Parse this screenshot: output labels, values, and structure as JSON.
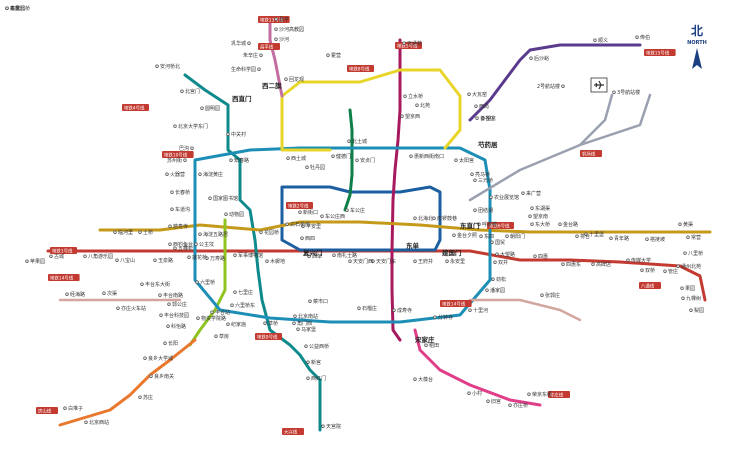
{
  "colors": {
    "line1": "#c23a30",
    "line2": "#1b5fa0",
    "line4": "#0f8a8c",
    "line5": "#a7195e",
    "line6": "#c59a1a",
    "line8": "#0f7f4a",
    "line9": "#8fc31f",
    "line10": "#1d8fb6",
    "line13": "#e8d52a",
    "line14": "#d4a6a0",
    "line15": "#5a3a8c",
    "yizhuang": "#e13e8a",
    "daxing": "#1aa3c2",
    "fangshan": "#e8782e",
    "changping": "#c36ea0",
    "airport": "#9aa0b0",
    "batong": "#c23a30",
    "tag": "#c23a30"
  },
  "north": {
    "char": "北",
    "label": "NORTH"
  },
  "airport_icon": "airplane-icon",
  "tags": [
    {
      "text": "地铁13号线"
    },
    {
      "text": "地铁4号线"
    },
    {
      "text": "地铁5号线"
    },
    {
      "text": "地铁15号线"
    },
    {
      "text": "地铁8号线"
    },
    {
      "text": "地铁10号线"
    },
    {
      "text": "地铁1号线"
    },
    {
      "text": "地铁2号线"
    },
    {
      "text": "地铁9号线"
    },
    {
      "text": "地铁6号线"
    },
    {
      "text": "地铁14号线"
    },
    {
      "text": "亦庄线"
    },
    {
      "text": "房山线"
    },
    {
      "text": "大兴线"
    },
    {
      "text": "八通线"
    },
    {
      "text": "机场线"
    },
    {
      "text": "昌平线"
    },
    {
      "text": "地铁14号线"
    }
  ],
  "hubs": [
    {
      "text": "西直门"
    },
    {
      "text": "东直门"
    },
    {
      "text": "建国门"
    },
    {
      "text": "复兴门"
    },
    {
      "text": "宋家庄"
    },
    {
      "text": "西二旗"
    },
    {
      "text": "芍药居"
    },
    {
      "text": "东单"
    }
  ],
  "stations": [
    {
      "text": "昌平"
    },
    {
      "text": "沙河高教园"
    },
    {
      "text": "沙河"
    },
    {
      "text": "巩华城"
    },
    {
      "text": "朱辛庄"
    },
    {
      "text": "生命科学园"
    },
    {
      "text": "回龙观"
    },
    {
      "text": "霍营"
    },
    {
      "text": "立水桥"
    },
    {
      "text": "北苑"
    },
    {
      "text": "望京西"
    },
    {
      "text": "天通苑"
    },
    {
      "text": "俸伯"
    },
    {
      "text": "顺义"
    },
    {
      "text": "后沙峪"
    },
    {
      "text": "望京"
    },
    {
      "text": "三元桥"
    },
    {
      "text": "2号航站楼"
    },
    {
      "text": "3号航站楼"
    },
    {
      "text": "安河桥北"
    },
    {
      "text": "北宫门"
    },
    {
      "text": "圆明园"
    },
    {
      "text": "北京大学东门"
    },
    {
      "text": "中关村"
    },
    {
      "text": "海淀黄庄"
    },
    {
      "text": "国家图书馆"
    },
    {
      "text": "动物园"
    },
    {
      "text": "新街口"
    },
    {
      "text": "平安里"
    },
    {
      "text": "西四"
    },
    {
      "text": "西单"
    },
    {
      "text": "菜市口"
    },
    {
      "text": "北京南站"
    },
    {
      "text": "马家堡"
    },
    {
      "text": "公益西桥"
    },
    {
      "text": "新宫"
    },
    {
      "text": "西红门"
    },
    {
      "text": "天宫院"
    },
    {
      "text": "巴沟"
    },
    {
      "text": "苏州街"
    },
    {
      "text": "知春路"
    },
    {
      "text": "西土城"
    },
    {
      "text": "牡丹园"
    },
    {
      "text": "健德门"
    },
    {
      "text": "北土城"
    },
    {
      "text": "安贞门"
    },
    {
      "text": "惠新西街南口"
    },
    {
      "text": "太阳宫"
    },
    {
      "text": "亮马桥"
    },
    {
      "text": "农业展览馆"
    },
    {
      "text": "团结湖"
    },
    {
      "text": "呼家楼"
    },
    {
      "text": "金台夕照"
    },
    {
      "text": "国贸"
    },
    {
      "text": "双井"
    },
    {
      "text": "劲松"
    },
    {
      "text": "潘家园"
    },
    {
      "text": "十里河"
    },
    {
      "text": "分钟寺"
    },
    {
      "text": "成寿寺"
    },
    {
      "text": "石榴庄"
    },
    {
      "text": "角门西"
    },
    {
      "text": "草桥"
    },
    {
      "text": "纪家庙"
    },
    {
      "text": "丰台站"
    },
    {
      "text": "六里桥"
    },
    {
      "text": "莲花桥"
    },
    {
      "text": "公主坟"
    },
    {
      "text": "西钓鱼台"
    },
    {
      "text": "慈寿寺"
    },
    {
      "text": "车道沟"
    },
    {
      "text": "长春桥"
    },
    {
      "text": "火器营"
    },
    {
      "text": "苹果园"
    },
    {
      "text": "古城"
    },
    {
      "text": "八角游乐园"
    },
    {
      "text": "八宝山"
    },
    {
      "text": "玉泉路"
    },
    {
      "text": "五棵松"
    },
    {
      "text": "万寿路"
    },
    {
      "text": "军事博物馆"
    },
    {
      "text": "木樨地"
    },
    {
      "text": "南礼士路"
    },
    {
      "text": "天安门西"
    },
    {
      "text": "天安门东"
    },
    {
      "text": "王府井"
    },
    {
      "text": "永安里"
    },
    {
      "text": "大望路"
    },
    {
      "text": "四惠"
    },
    {
      "text": "四惠东"
    },
    {
      "text": "高碑店"
    },
    {
      "text": "传媒大学"
    },
    {
      "text": "双桥"
    },
    {
      "text": "管庄"
    },
    {
      "text": "八里桥"
    },
    {
      "text": "通州北苑"
    },
    {
      "text": "果园"
    },
    {
      "text": "九棵树"
    },
    {
      "text": "梨园"
    },
    {
      "text": "临河里"
    },
    {
      "text": "土桥"
    },
    {
      "text": "海淀五路居"
    },
    {
      "text": "花园桥"
    },
    {
      "text": "白石桥南"
    },
    {
      "text": "车公庄西"
    },
    {
      "text": "车公庄"
    },
    {
      "text": "北海北"
    },
    {
      "text": "南锣鼓巷"
    },
    {
      "text": "东四"
    },
    {
      "text": "朝阳门"
    },
    {
      "text": "东大桥"
    },
    {
      "text": "金台路"
    },
    {
      "text": "十里堡"
    },
    {
      "text": "青年路"
    },
    {
      "text": "褡裢坡"
    },
    {
      "text": "黄渠"
    },
    {
      "text": "常营"
    },
    {
      "text": "草房"
    },
    {
      "text": "物资学院路"
    },
    {
      "text": "郭公庄"
    },
    {
      "text": "丰台科技园"
    },
    {
      "text": "科怡路"
    },
    {
      "text": "丰台南路"
    },
    {
      "text": "丰台东大街"
    },
    {
      "text": "七里庄"
    },
    {
      "text": "六里桥东"
    },
    {
      "text": "北京西站"
    },
    {
      "text": "白堆子"
    },
    {
      "text": "苏庄"
    },
    {
      "text": "良乡南关"
    },
    {
      "text": "良乡大学城"
    },
    {
      "text": "长阳"
    },
    {
      "text": "稻田"
    },
    {
      "text": "大葆台"
    },
    {
      "text": "小村"
    },
    {
      "text": "旧宫"
    },
    {
      "text": "亦庄桥"
    },
    {
      "text": "荣京东街"
    },
    {
      "text": "经海路"
    },
    {
      "text": "次渠"
    },
    {
      "text": "亦庄火车站"
    },
    {
      "text": "张郭庄"
    },
    {
      "text": "大瓦窑"
    },
    {
      "text": "西局"
    },
    {
      "text": "善各庄"
    },
    {
      "text": "来广营"
    },
    {
      "text": "东湖渠"
    },
    {
      "text": "望京南"
    },
    {
      "text": "将台"
    },
    {
      "text": "高家园"
    },
    {
      "text": "枣营"
    },
    {
      "text": "东风北桥"
    }
  ]
}
